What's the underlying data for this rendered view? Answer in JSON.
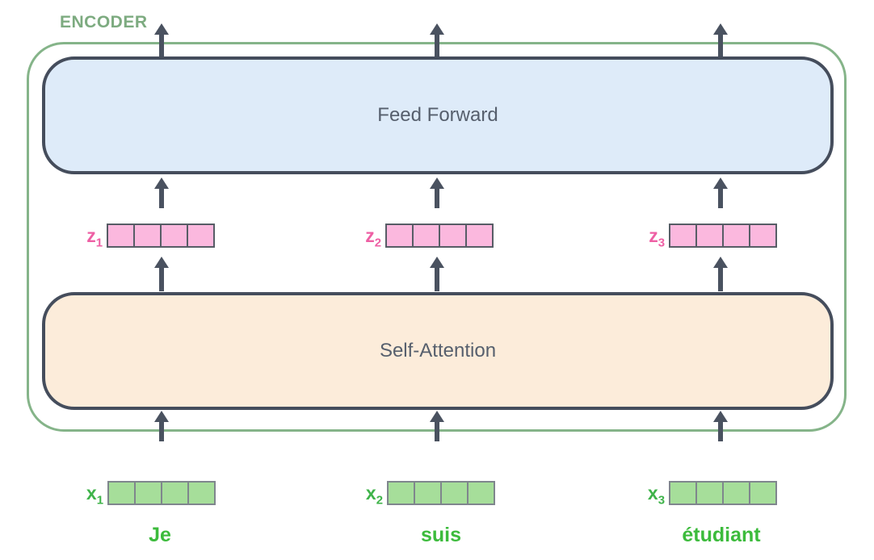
{
  "diagram": {
    "encoder_label": "ENCODER",
    "blocks": {
      "feed_forward": "Feed Forward",
      "self_attention": "Self-Attention"
    },
    "columns": [
      {
        "z_base": "z",
        "z_sub": "1",
        "x_base": "x",
        "x_sub": "1",
        "word": "Je"
      },
      {
        "z_base": "z",
        "z_sub": "2",
        "x_base": "x",
        "x_sub": "2",
        "word": "suis"
      },
      {
        "z_base": "z",
        "z_sub": "3",
        "x_base": "x",
        "x_sub": "3",
        "word": "étudiant"
      }
    ],
    "cells_per_vector": 4,
    "colors": {
      "encoder_outline": "#85b489",
      "encoder_label": "#7dab80",
      "feed_forward_fill": "#deebf9",
      "self_attention_fill": "#fcecda",
      "block_border": "#454d5c",
      "block_text": "#565f6d",
      "arrow": "#4a5260",
      "z_cell_fill": "#fbb8de",
      "z_cell_border": "#575d66",
      "z_label": "#ee5fa4",
      "x_cell_fill": "#a6de9a",
      "x_cell_border": "#7f868d",
      "x_label": "#3fb34a",
      "word_text": "#3cbb3c"
    }
  }
}
